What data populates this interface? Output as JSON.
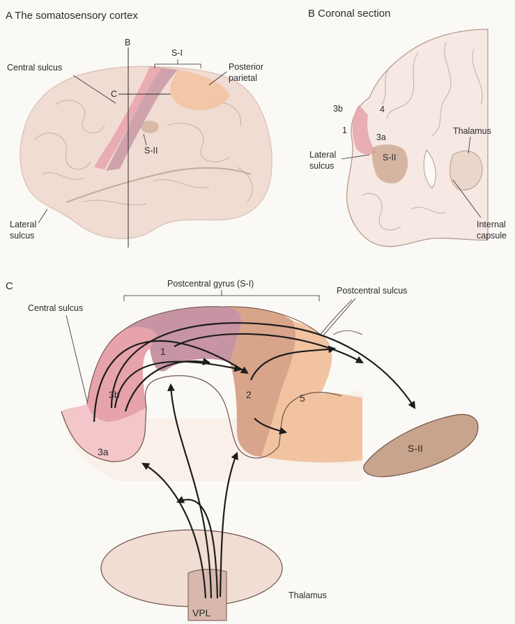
{
  "panelA": {
    "title": "A  The somatosensory cortex",
    "labels": {
      "b_line": "B",
      "s1": "S-I",
      "posterior_parietal_1": "Posterior",
      "posterior_parietal_2": "parietal",
      "central_sulcus": "Central sulcus",
      "c_line": "C",
      "s2": "S-II",
      "lateral_sulcus_1": "Lateral",
      "lateral_sulcus_2": "sulcus"
    }
  },
  "panelB": {
    "title": "B  Coronal section",
    "labels": {
      "area_3b": "3b",
      "area_4": "4",
      "area_1": "1",
      "area_3a": "3a",
      "thalamus": "Thalamus",
      "lateral_sulcus_1": "Lateral",
      "lateral_sulcus_2": "sulcus",
      "s2": "S-II",
      "internal_capsule_1": "Internal",
      "internal_capsule_2": "capsule"
    }
  },
  "panelC": {
    "title": "C",
    "labels": {
      "postcentral_gyrus": "Postcentral gyrus (S-I)",
      "postcentral_sulcus": "Postcentral sulcus",
      "central_sulcus": "Central sulcus",
      "area_1": "1",
      "area_3b": "3b",
      "area_2": "2",
      "area_5": "5",
      "area_3a": "3a",
      "s2": "S-II",
      "thalamus": "Thalamus",
      "vpl": "VPL"
    }
  },
  "colors": {
    "brain": "#f1dcd3",
    "area_3a": "#f3c6c9",
    "area_3b": "#e6a3ab",
    "area_1": "#c794a3",
    "area_2": "#d8a58b",
    "area_5": "#f2c3a0",
    "s2": "#c9a48c",
    "thalamus": "#f1ddd3"
  }
}
